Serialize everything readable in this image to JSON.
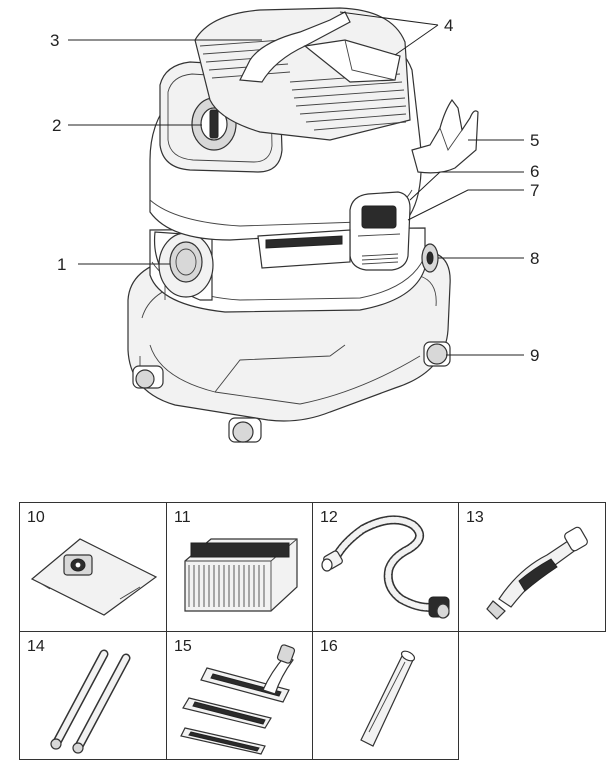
{
  "callouts": [
    "1",
    "2",
    "3",
    "4",
    "5",
    "6",
    "7",
    "8",
    "9"
  ],
  "accessories": [
    "10",
    "11",
    "12",
    "13",
    "14",
    "15",
    "16"
  ]
}
